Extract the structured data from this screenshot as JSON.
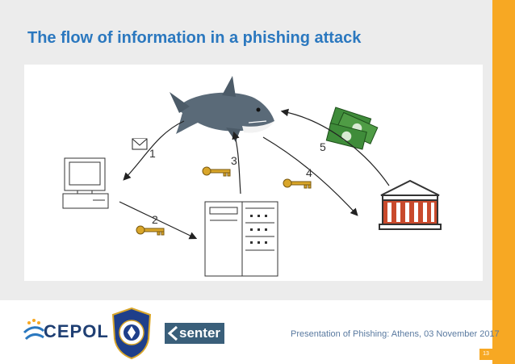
{
  "slide": {
    "title": "The flow of information in a phishing attack"
  },
  "diagram": {
    "step_labels": [
      "1",
      "2",
      "3",
      "4",
      "5"
    ],
    "nodes": [
      "shark-icon",
      "computer-icon",
      "server-icon",
      "bank-icon",
      "money-icon",
      "envelope-icon",
      "key-icon"
    ]
  },
  "footer": {
    "text": "Presentation of  Phishing: Athens, 03 November 2017",
    "logos": {
      "cepol": "CEPOL",
      "senter": "senter"
    },
    "page_number": "13"
  },
  "colors": {
    "title": "#2b78bf",
    "accent": "#f7a823",
    "footer_text": "#5a7aa0"
  }
}
